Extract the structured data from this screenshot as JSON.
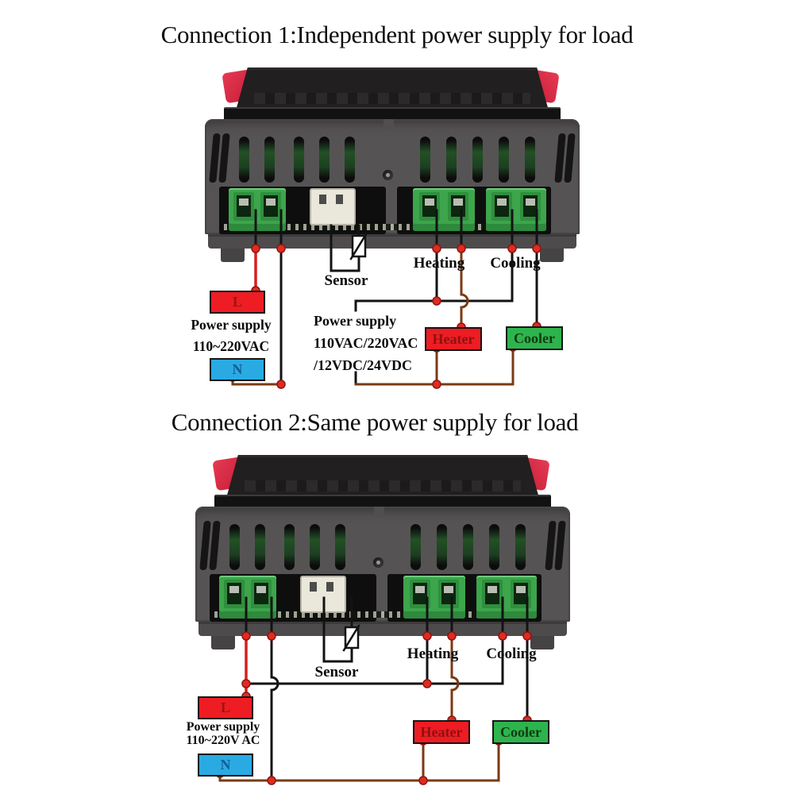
{
  "sections": [
    {
      "title": "Connection 1:Independent power supply for load",
      "device_image": "temperature-controller-rear-panel",
      "sensor_label": "Sensor",
      "heating_label": "Heating",
      "cooling_label": "Cooling",
      "controller_power": {
        "l": "L",
        "n": "N",
        "lines": [
          "Power supply",
          "110~220VAC"
        ]
      },
      "load_power": {
        "lines": [
          "Power supply",
          "110VAC/220VAC",
          "/12VDC/24VDC"
        ]
      },
      "heater_label": "Heater",
      "cooler_label": "Cooler"
    },
    {
      "title": "Connection 2:Same power supply for load",
      "device_image": "temperature-controller-rear-panel",
      "sensor_label": "Sensor",
      "heating_label": "Heating",
      "cooling_label": "Cooling",
      "controller_power": {
        "l": "L",
        "n": "N",
        "lines": [
          "Power supply",
          "110~220V AC"
        ]
      },
      "heater_label": "Heater",
      "cooler_label": "Cooler"
    }
  ],
  "colors": {
    "wire_live": "#d6201f",
    "wire_load_return": "#7b3a13",
    "wire_signal": "#131313",
    "junction_dot": "#e02b20",
    "live_box": "#ee1c23",
    "neutral_box": "#2aaae2",
    "heater_box": "#ee1c23",
    "cooler_box": "#2eb44d"
  }
}
